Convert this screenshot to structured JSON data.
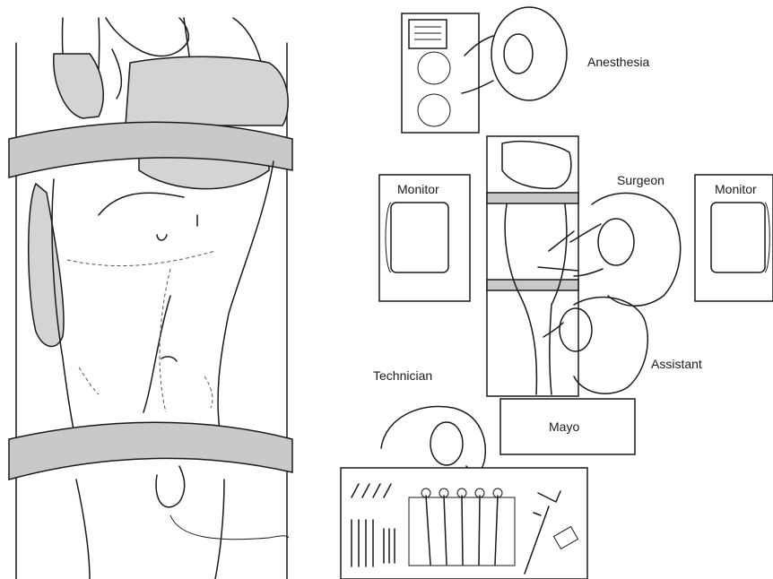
{
  "labels": {
    "anesthesia": "Anesthesia",
    "surgeon": "Surgeon",
    "monitor_left": "Monitor",
    "monitor_right": "Monitor",
    "assistant": "Assistant",
    "technician": "Technician",
    "mayo": "Mayo"
  },
  "colors": {
    "line": "#1a1a1a",
    "strap": "#c9c9c9",
    "pad": "#d4d4d4",
    "background": "#ffffff"
  }
}
